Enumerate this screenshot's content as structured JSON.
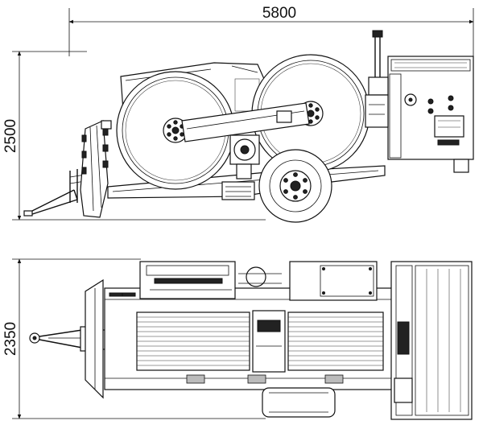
{
  "dimensions": {
    "overall_length": "5800",
    "side_height": "2500",
    "top_width": "2350"
  }
}
